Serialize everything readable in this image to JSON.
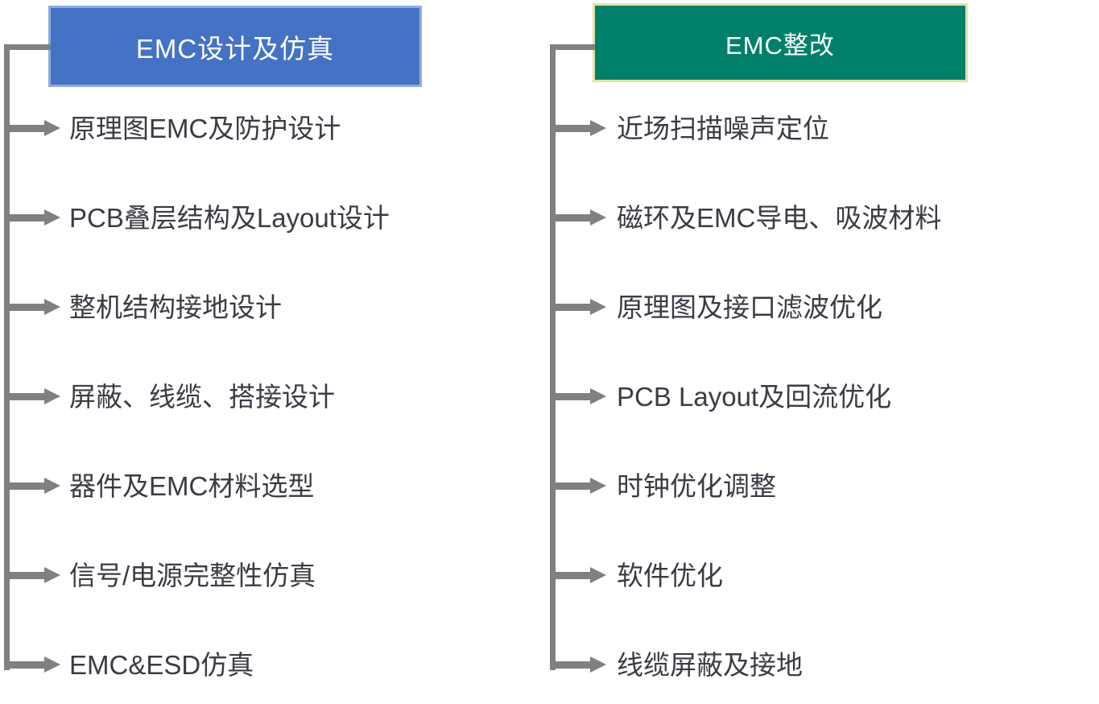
{
  "diagram": {
    "type": "two-column-bracket-list",
    "background_color": "#ffffff",
    "connector_color": "#808080",
    "label_color": "#3b3b46"
  },
  "columns": [
    {
      "id": "emc-design-simulation",
      "header": {
        "title": "EMC设计及仿真",
        "fill_color": "#4472c4",
        "border_color": "#8faadc",
        "text_color": "#ffffff"
      },
      "items": [
        {
          "label": "原理图EMC及防护设计"
        },
        {
          "label": "PCB叠层结构及Layout设计"
        },
        {
          "label": "整机结构接地设计"
        },
        {
          "label": "屏蔽、线缆、搭接设计"
        },
        {
          "label": "器件及EMC材料选型"
        },
        {
          "label": "信号/电源完整性仿真"
        },
        {
          "label": "EMC&ESD仿真"
        }
      ]
    },
    {
      "id": "emc-rectification",
      "header": {
        "title": "EMC整改",
        "fill_color": "#00806b",
        "border_color": "#e2e4a0",
        "text_color": "#ffffff"
      },
      "items": [
        {
          "label": "近场扫描噪声定位"
        },
        {
          "label": "磁环及EMC导电、吸波材料"
        },
        {
          "label": "原理图及接口滤波优化"
        },
        {
          "label": "PCB Layout及回流优化"
        },
        {
          "label": "时钟优化调整"
        },
        {
          "label": "软件优化"
        },
        {
          "label": "线缆屏蔽及接地"
        }
      ]
    }
  ]
}
